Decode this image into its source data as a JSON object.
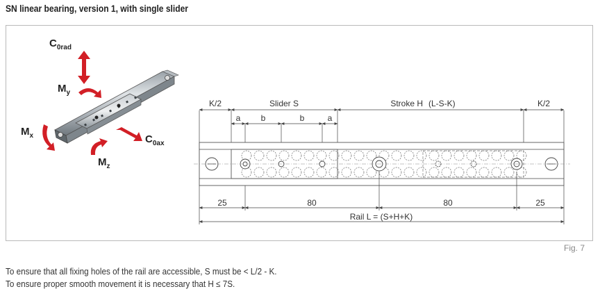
{
  "title": "SN linear bearing, version 1, with single slider",
  "figure": {
    "caption": "Fig. 7",
    "iso_labels": {
      "c0rad_main": "C",
      "c0rad_sub": "0rad",
      "my_main": "M",
      "my_sub": "y",
      "mx_main": "M",
      "mx_sub": "x",
      "mz_main": "M",
      "mz_sub": "z",
      "c0ax_main": "C",
      "c0ax_sub": "0ax"
    },
    "dimensions": {
      "k2_left": "K/2",
      "slider": "Slider S",
      "stroke": "Stroke H",
      "stroke_formula": "(L-S-K)",
      "k2_right": "K/2",
      "a1": "a",
      "b1": "b",
      "b2": "b",
      "a2": "a",
      "d25_left": "25",
      "d80_left": "80",
      "d80_right": "80",
      "d25_right": "25",
      "rail": "Rail  L = (S+H+K)"
    }
  },
  "notes": [
    "To ensure that all fixing holes of the rail are accessible, S must be < L/2 - K.",
    "To ensure proper smooth movement it is necessary that H ≤ 7S."
  ]
}
